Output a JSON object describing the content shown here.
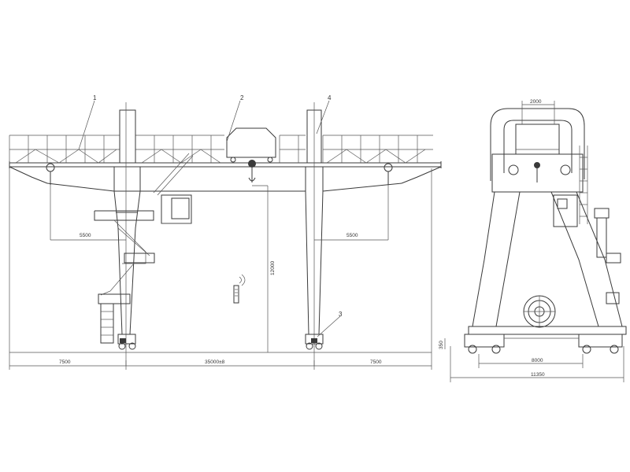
{
  "front_view": {
    "part_labels": [
      "1",
      "2",
      "3",
      "4"
    ],
    "dims": {
      "left_cantilever": "5500",
      "right_cantilever": "5500",
      "lift_height": "12000",
      "left_overhang": "7500",
      "span": "35000±8",
      "right_overhang": "7500"
    }
  },
  "side_view": {
    "dims": {
      "top_width": "2000",
      "wheel_base": "8000",
      "total_width": "11350",
      "rail_height": "350"
    }
  },
  "colors": {
    "line": "#3a3a3a",
    "background": "#ffffff"
  }
}
